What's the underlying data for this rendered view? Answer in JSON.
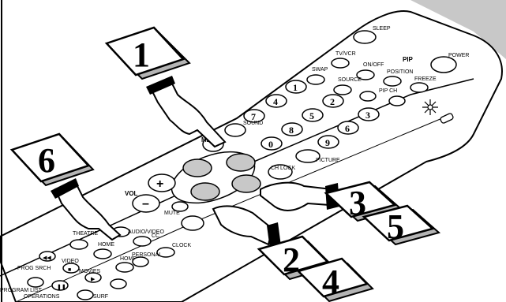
{
  "steps": [
    "1",
    "6",
    "3",
    "5",
    "2",
    "4"
  ],
  "remote": {
    "top_labels": {
      "sleep": "SLEEP",
      "power": "POWER",
      "pip": "PIP",
      "tv_vcr": "TV/VCR",
      "on_off": "ON/OFF",
      "position": "POSITION",
      "freeze": "FREEZE",
      "swap": "SWAP",
      "source": "SOURCE",
      "pip_ch": "PIP CH"
    },
    "digits": [
      "1",
      "2",
      "3",
      "4",
      "5",
      "6",
      "7",
      "8",
      "9",
      "0"
    ],
    "mid_labels": {
      "sound": "SOUND",
      "menu": "MENU",
      "picture": "PICTURE",
      "ch_lock": "CH LOCK",
      "vol": "VOL",
      "mute": "MUTE"
    },
    "bottom_labels": {
      "theatre": "THEATRE",
      "audio_video": "AUDIO/VIDEO",
      "cc": "CC",
      "home": "HOME",
      "clock": "CLOCK",
      "video": "VIDEO",
      "movies": "MOVIES",
      "personal": "PERSONAL",
      "prog_srch": "PROG SRCH",
      "program_list": "PROGRAM LIST",
      "operations": "OPERATIONS",
      "surf": "SURF"
    }
  },
  "colors": {
    "ink": "#000000",
    "remote_body": "#ffffff",
    "accent_gray": "#c8c8c8",
    "shadow_gray": "#b4b4b4"
  }
}
